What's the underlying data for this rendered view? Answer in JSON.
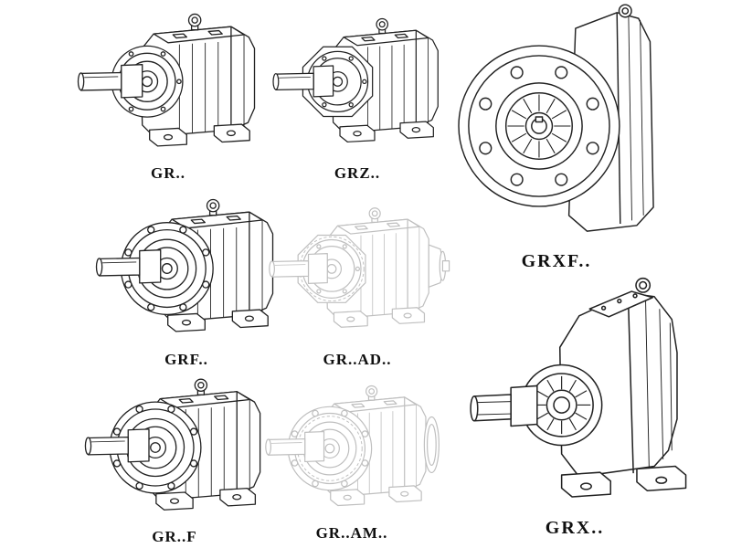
{
  "page": {
    "background": "#ffffff",
    "line_color": "#222222",
    "faded_line_color": "#bfbfbf"
  },
  "products": [
    {
      "id": "gr",
      "label": "GR..",
      "style": "solid"
    },
    {
      "id": "grz",
      "label": "GRZ..",
      "style": "solid"
    },
    {
      "id": "grxf",
      "label": "GRXF..",
      "style": "solid"
    },
    {
      "id": "grf",
      "label": "GRF..",
      "style": "solid"
    },
    {
      "id": "gr-ad",
      "label": "GR..AD..",
      "style": "faded"
    },
    {
      "id": "grx",
      "label": "GRX..",
      "style": "solid"
    },
    {
      "id": "gr-f",
      "label": "GR..F",
      "style": "solid"
    },
    {
      "id": "gr-am",
      "label": "GR..AM..",
      "style": "faded"
    }
  ]
}
